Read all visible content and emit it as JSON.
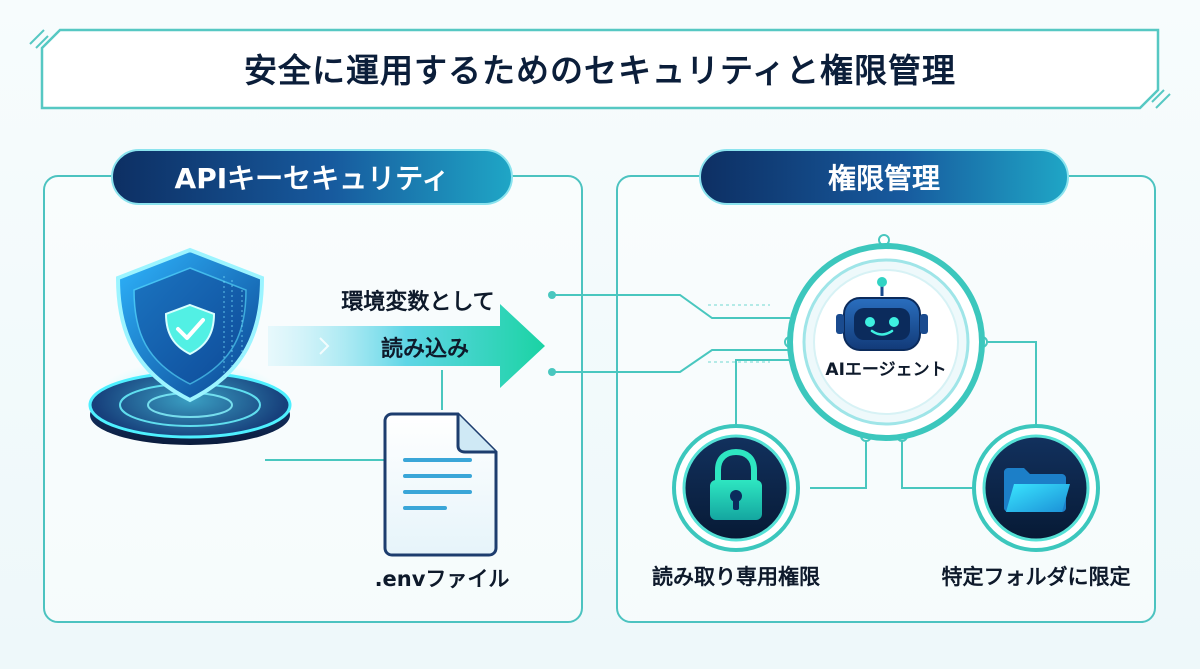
{
  "title": "安全に運用するためのセキュリティと権限管理",
  "left_panel": {
    "header": "APIキーセキュリティ",
    "arrow_label_line1": "環境変数として",
    "arrow_label_line2": "読み込み",
    "file_label": ".envファイル"
  },
  "right_panel": {
    "header": "権限管理",
    "agent_label": "AIエージェント",
    "readonly_label": "読み取り専用権限",
    "folder_label": "特定フォルダに限定"
  },
  "colors": {
    "navy": "#0d2f63",
    "blue": "#1d6fb8",
    "teal": "#22c3b0",
    "line": "#49c7bf"
  }
}
